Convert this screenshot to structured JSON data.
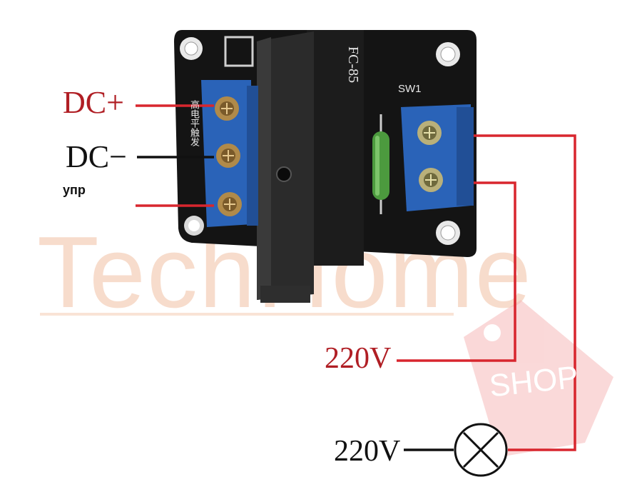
{
  "labels": {
    "dc_plus": "DC+",
    "dc_minus": "DC−",
    "control": "упр",
    "ac_line": "220V",
    "ac_load": "220V"
  },
  "board": {
    "model": "FC-85",
    "switch_label": "SW1",
    "silkscreen_cn": "高电平触发"
  },
  "watermark": {
    "brand": "TechHome",
    "shop": "SHOP"
  },
  "colors": {
    "pcb": "#141414",
    "terminal_blue": "#2a63b8",
    "wire_red": "#d8262e",
    "wire_black": "#111111",
    "fuse_green": "#4c9a3e",
    "label_red": "#b01e24"
  },
  "icons": {
    "load": "lamp-cross-icon"
  }
}
